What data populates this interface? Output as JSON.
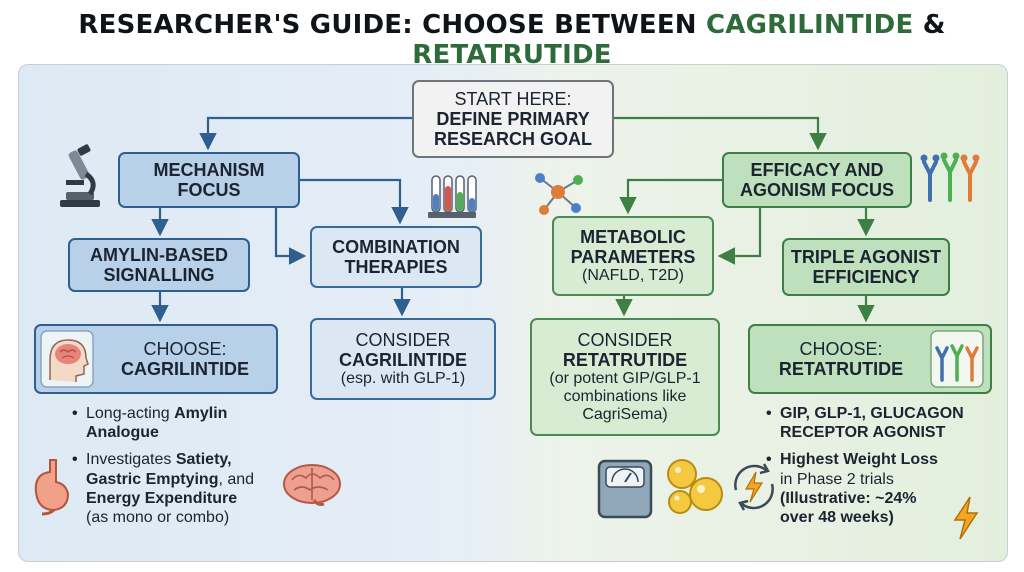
{
  "title": {
    "prefix": "RESEARCHER'S GUIDE: CHOOSE BETWEEN ",
    "drug1": "CAGRILINTIDE",
    "amp": " & ",
    "drug2": "RETATRUTIDE"
  },
  "start": {
    "line1": "START HERE:",
    "line2": "DEFINE PRIMARY",
    "line3": "RESEARCH GOAL"
  },
  "left": {
    "mechanism": {
      "line1": "MECHANISM",
      "line2": "FOCUS"
    },
    "amylin": {
      "line1": "AMYLIN-BASED",
      "line2": "SIGNALLING"
    },
    "combination": {
      "line1": "COMBINATION",
      "line2": "THERAPIES"
    },
    "choose": {
      "line1": "CHOOSE:",
      "line2": "CAGRILINTIDE"
    },
    "consider": {
      "line1": "CONSIDER",
      "line2": "CAGRILINTIDE",
      "line3": "(esp. with GLP-1)"
    },
    "bullet1": {
      "pre": "Long-acting ",
      "bold": "Amylin",
      "bold2": "Analogue"
    },
    "bullet2": {
      "pre": "Investigates ",
      "b1": "Satiety,",
      "b2": "Gastric Emptying",
      "mid": ", and",
      "b3": "Energy Expenditure",
      "post": "(as mono or combo)"
    }
  },
  "right": {
    "efficacy": {
      "line1": "EFFICACY AND",
      "line2": "AGONISM FOCUS"
    },
    "metabolic": {
      "line1": "METABOLIC",
      "line2": "PARAMETERS",
      "line3": "(NAFLD, T2D)"
    },
    "triple": {
      "line1": "TRIPLE AGONIST",
      "line2": "EFFICIENCY"
    },
    "consider": {
      "line1": "CONSIDER",
      "line2": "RETATRUTIDE",
      "line3": "(or potent GIP/GLP-1",
      "line4": "combinations like",
      "line5": "CagriSema)"
    },
    "choose": {
      "line1": "CHOOSE:",
      "line2": "RETATRUTIDE"
    },
    "bullet1": {
      "line1": "GIP, GLP-1, GLUCAGON",
      "line2": "RECEPTOR AGONIST"
    },
    "bullet2": {
      "b1": "Highest Weight Loss",
      "l2": "in Phase 2 trials",
      "b3": "(Illustrative: ~24%",
      "b4": "over 48 weeks)"
    }
  },
  "colors": {
    "blue_border": "#2f5f8f",
    "blue_fill": "#b9d1e8",
    "green_border": "#3d7f44",
    "green_fill": "#bfe0bd",
    "title_green": "#2d6b3a"
  },
  "icons": [
    "microscope-icon",
    "test-tubes-icon",
    "brain-head-icon",
    "stomach-icon",
    "brain-icon",
    "molecule-icon",
    "receptor-icon",
    "scale-icon",
    "fat-cells-icon",
    "energy-icon",
    "lightning-icon"
  ]
}
